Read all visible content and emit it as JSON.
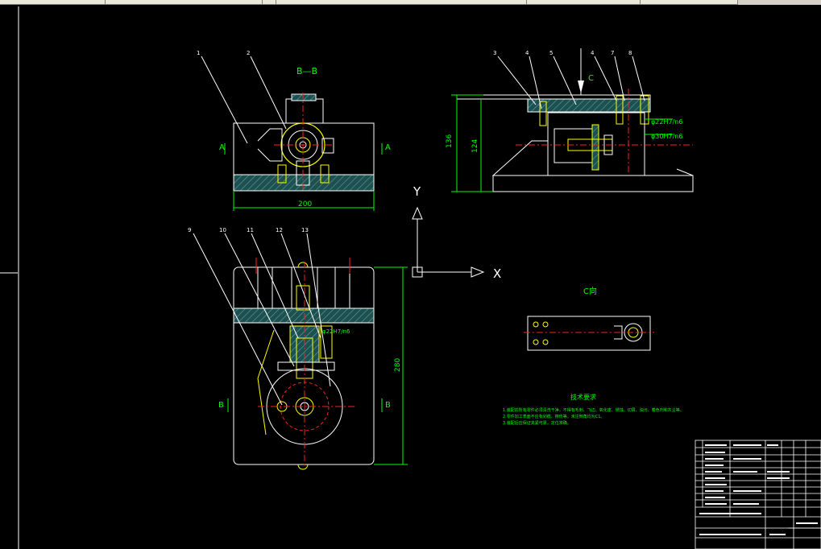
{
  "drawing": {
    "section_bb_title": "B—B",
    "section_aa_left": "A",
    "section_aa_right": "A",
    "view_c_arrow": "C",
    "view_c_title": "C向",
    "section_b_left": "B",
    "section_b_right": "B",
    "dim_top_width": "200",
    "dim_side_height_outer": "136",
    "dim_side_height_inner": "124",
    "dim_front_height": "280",
    "dim_fit_1": "φ22H7/n6",
    "dim_fit_2": "φ30H7/n6",
    "dim_fit_3": "φ22H7/n6",
    "axis_x": "X",
    "axis_y": "Y",
    "part_balloons_top": [
      "1",
      "2"
    ],
    "part_balloons_side": [
      "3",
      "4",
      "5",
      "4",
      "7",
      "8"
    ],
    "part_balloons_front": [
      "9",
      "10",
      "11",
      "12",
      "13"
    ]
  },
  "notes": {
    "title": "技术要求",
    "lines": [
      "1.装配前所有零件必须清洗干净，不得有毛刺、飞边、氧化皮、锈蚀、切屑、油污、着色剂和灰尘等。",
      "2.零件加工表面不应有划痕、擦伤等，未注倒角均为C1。",
      "3.装配后应保证夹紧可靠，定位准确。"
    ]
  },
  "colors": {
    "white": "#ffffff",
    "yellow": "#ffff00",
    "red": "#ff2020",
    "cyan": "#00c8c8",
    "green": "#00ff00",
    "hatch": "#4a8a8a"
  }
}
